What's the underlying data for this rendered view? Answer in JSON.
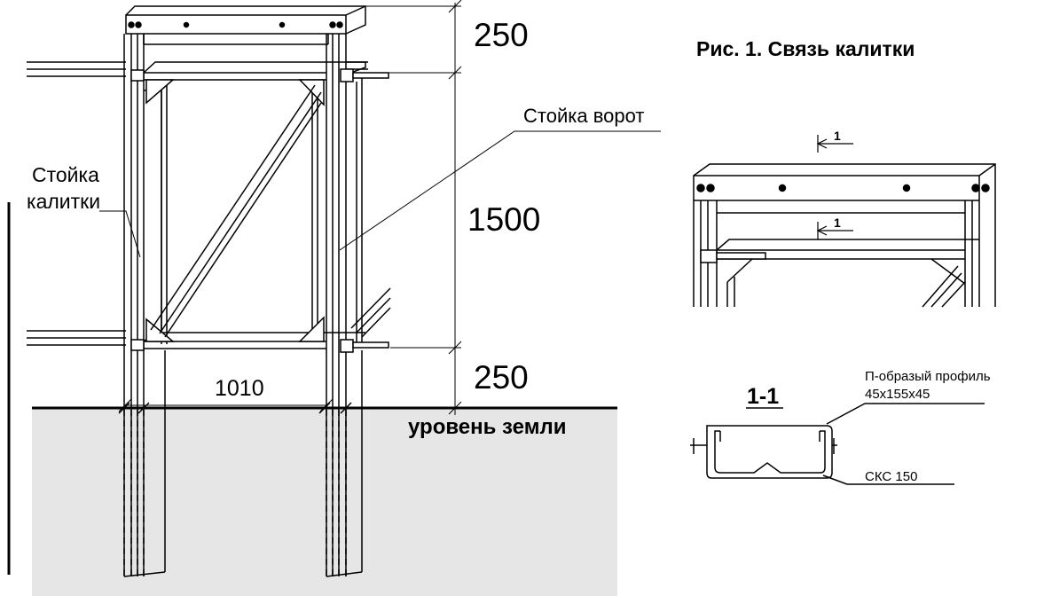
{
  "figure": {
    "title": "Рис. 1. Связь калитки",
    "labels": {
      "gate_post": "Стойка ворот",
      "wicket_post_line1": "Стойка",
      "wicket_post_line2": "калитки",
      "ground_level": "уровень земли"
    },
    "dimensions": {
      "top": "250",
      "middle": "1500",
      "bottom": "250",
      "width": "1010"
    },
    "detail": {
      "section_mark": "1",
      "section_mark_lower": "1",
      "section_title": "1-1",
      "profile_line1": "П-образый профиль",
      "profile_line2": "45х155х45",
      "clamp": "СКС 150"
    }
  },
  "colors": {
    "ground_fill": "#e6e6e6",
    "line": "#000000"
  }
}
